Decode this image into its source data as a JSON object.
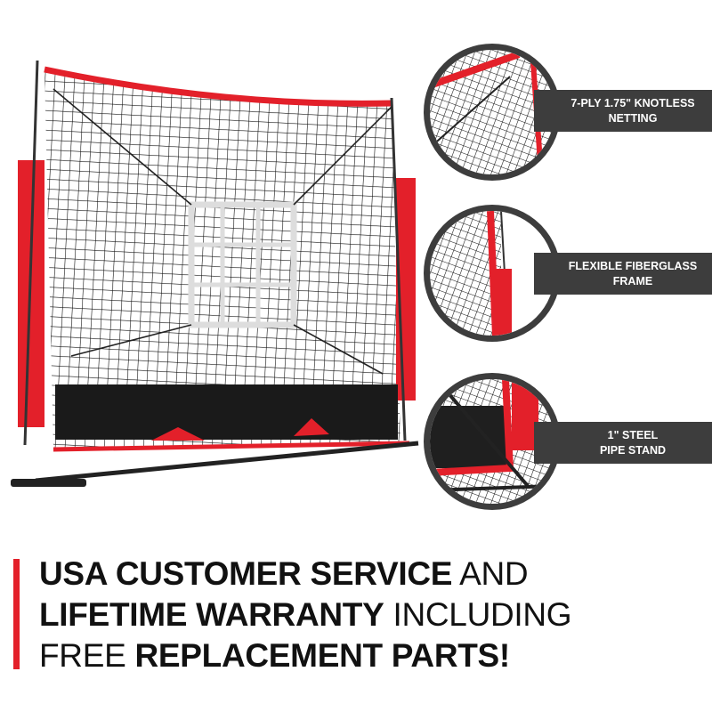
{
  "colors": {
    "accent": "#e3202a",
    "banner": "#3d3d3d",
    "net": "#111111"
  },
  "features": [
    {
      "line1": "7-PLY 1.75\" KNOTLESS",
      "line2": "NETTING"
    },
    {
      "line1": "FLEXIBLE FIBERGLASS",
      "line2": "FRAME"
    },
    {
      "line1": "1\" STEEL",
      "line2": "PIPE STAND"
    }
  ],
  "tagline": {
    "line1_bold": "USA CUSTOMER SERVICE",
    "line1_light": "AND",
    "line2_bold": "LIFETIME WARRANTY",
    "line2_light": "INCLUDING",
    "line3_light": "FREE",
    "line3_bold": "REPLACEMENT PARTS!"
  }
}
